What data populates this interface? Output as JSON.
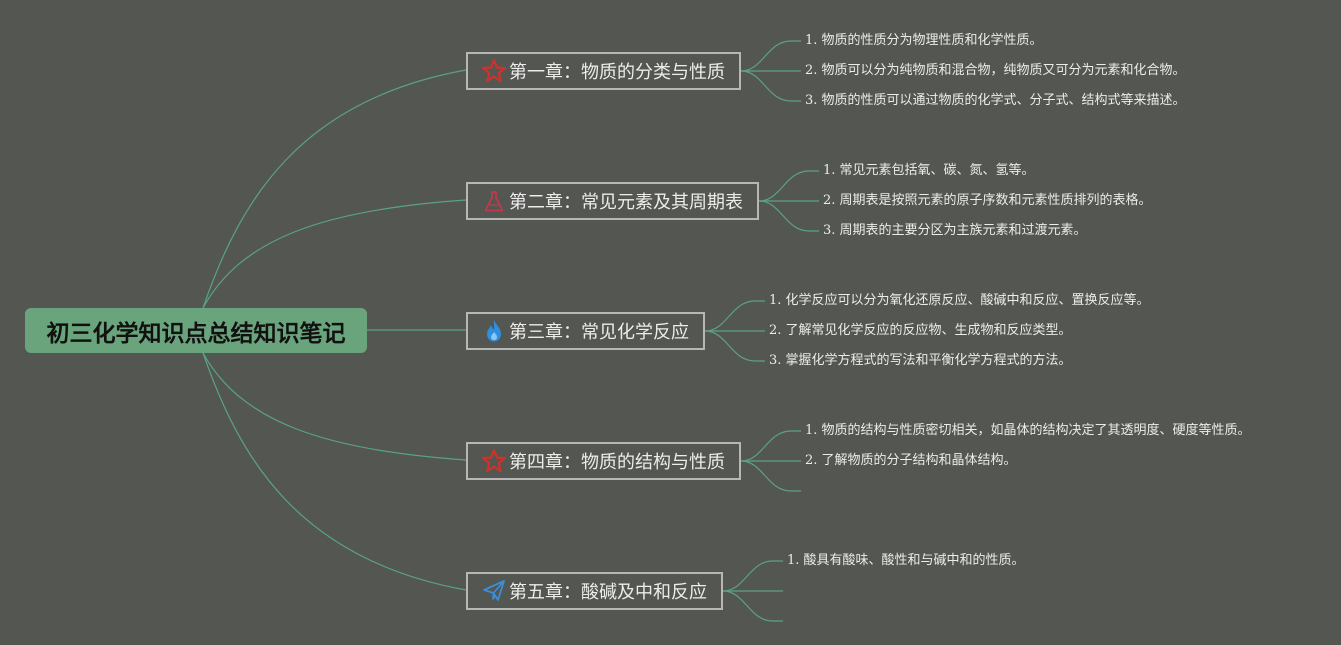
{
  "colors": {
    "background": "#545651",
    "root_fill": "#6aa47c",
    "connector": "#5aa287",
    "chapter_border": "#b7b7b5",
    "star_icon": "#d0322b",
    "fire_icon": "#2f8ee0",
    "plane_icon": "#3a8fd6"
  },
  "root": {
    "title": "初三化学知识点总结知识笔记"
  },
  "chapters": [
    {
      "icon": "star-icon",
      "label": "第一章：物质的分类与性质",
      "points": [
        "1. 物质的性质分为物理性质和化学性质。",
        "2. 物质可以分为纯物质和混合物，纯物质又可分为元素和化合物。",
        "3. 物质的性质可以通过物质的化学式、分子式、结构式等来描述。"
      ]
    },
    {
      "icon": "flask-icon",
      "label": "第二章：常见元素及其周期表",
      "points": [
        "1. 常见元素包括氧、碳、氮、氢等。",
        "2. 周期表是按照元素的原子序数和元素性质排列的表格。",
        "3. 周期表的主要分区为主族元素和过渡元素。"
      ]
    },
    {
      "icon": "fire-icon",
      "label": "第三章：常见化学反应",
      "points": [
        "1. 化学反应可以分为氧化还原反应、酸碱中和反应、置换反应等。",
        "2. 了解常见化学反应的反应物、生成物和反应类型。",
        "3. 掌握化学方程式的写法和平衡化学方程式的方法。"
      ]
    },
    {
      "icon": "star-icon",
      "label": "第四章：物质的结构与性质",
      "points": [
        "1. 物质的结构与性质密切相关，如晶体的结构决定了其透明度、硬度等性质。",
        "2. 了解物质的分子结构和晶体结构。",
        ""
      ]
    },
    {
      "icon": "paper-plane-icon",
      "label": "第五章：酸碱及中和反应",
      "points": [
        "1. 酸具有酸味、酸性和与碱中和的性质。",
        "",
        ""
      ]
    }
  ]
}
